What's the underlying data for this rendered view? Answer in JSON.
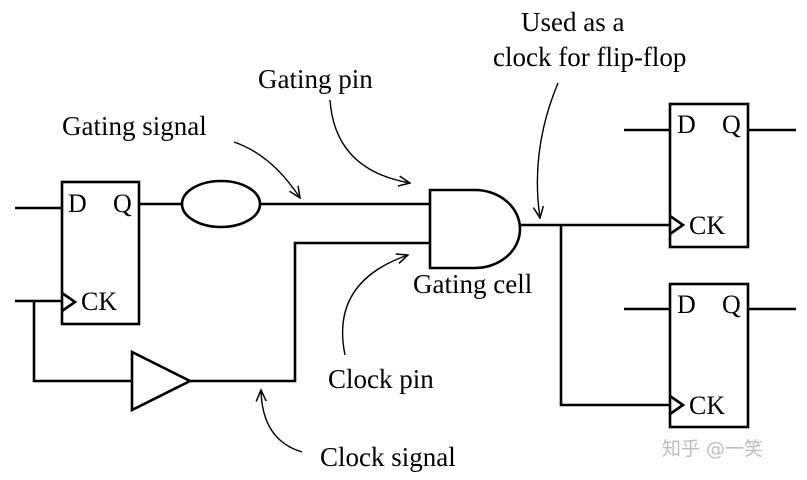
{
  "labels": {
    "gating_signal": "Gating signal",
    "gating_pin": "Gating pin",
    "used_as_line1": "Used as a",
    "used_as_line2": "clock for flip-flop",
    "gating_cell": "Gating cell",
    "clock_pin": "Clock pin",
    "clock_signal": "Clock signal"
  },
  "flipflops": [
    {
      "d": "D",
      "q": "Q",
      "ck": "CK"
    },
    {
      "d": "D",
      "q": "Q",
      "ck": "CK"
    },
    {
      "d": "D",
      "q": "Q",
      "ck": "CK"
    }
  ],
  "watermark": "知乎 @一笑"
}
